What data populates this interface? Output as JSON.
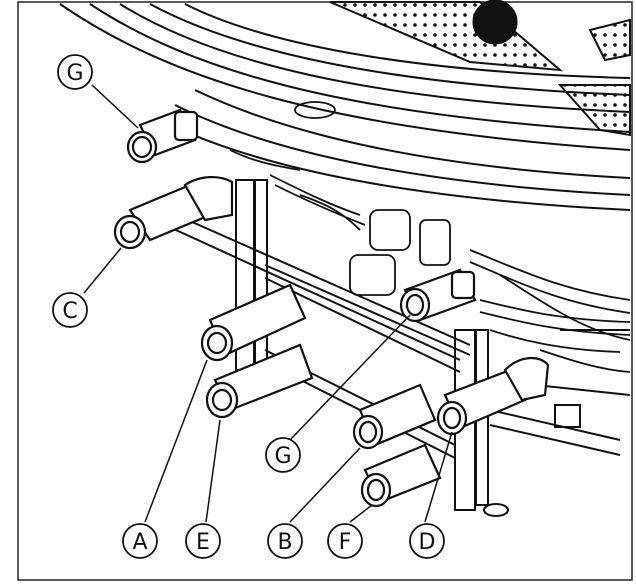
{
  "figure": {
    "callouts": [
      {
        "key": "g_top",
        "label": "G"
      },
      {
        "key": "c",
        "label": "C"
      },
      {
        "key": "g_mid",
        "label": "G"
      },
      {
        "key": "a",
        "label": "A"
      },
      {
        "key": "e",
        "label": "E"
      },
      {
        "key": "b",
        "label": "B"
      },
      {
        "key": "f",
        "label": "F"
      },
      {
        "key": "d",
        "label": "D"
      }
    ]
  }
}
